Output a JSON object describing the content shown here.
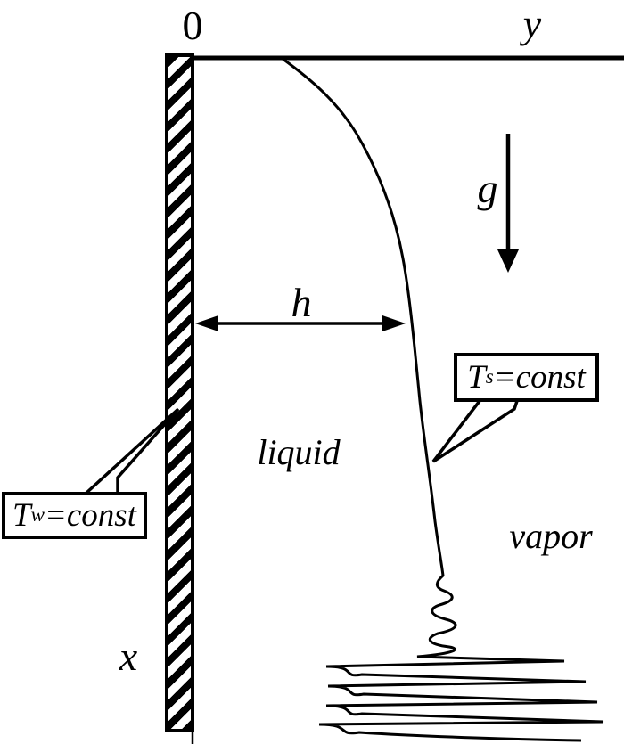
{
  "diagram": {
    "title_semantic": "laminar-wavy condensate film on an isothermal vertical wall",
    "colors": {
      "background": "#ffffff",
      "ink": "#000000"
    },
    "axes": {
      "origin_label": "0",
      "y_axis_label": "y",
      "x_axis_label": "x"
    },
    "gravity": {
      "label": "g"
    },
    "film_thickness": {
      "label": "h"
    },
    "regions": {
      "liquid_label": "liquid",
      "vapor_label": "vapor"
    },
    "callouts": {
      "surface_temperature": {
        "base": "T",
        "sub": "s",
        "rest": "=const"
      },
      "wall_temperature": {
        "base": "T",
        "sub": "w",
        "rest": "=const"
      }
    }
  }
}
